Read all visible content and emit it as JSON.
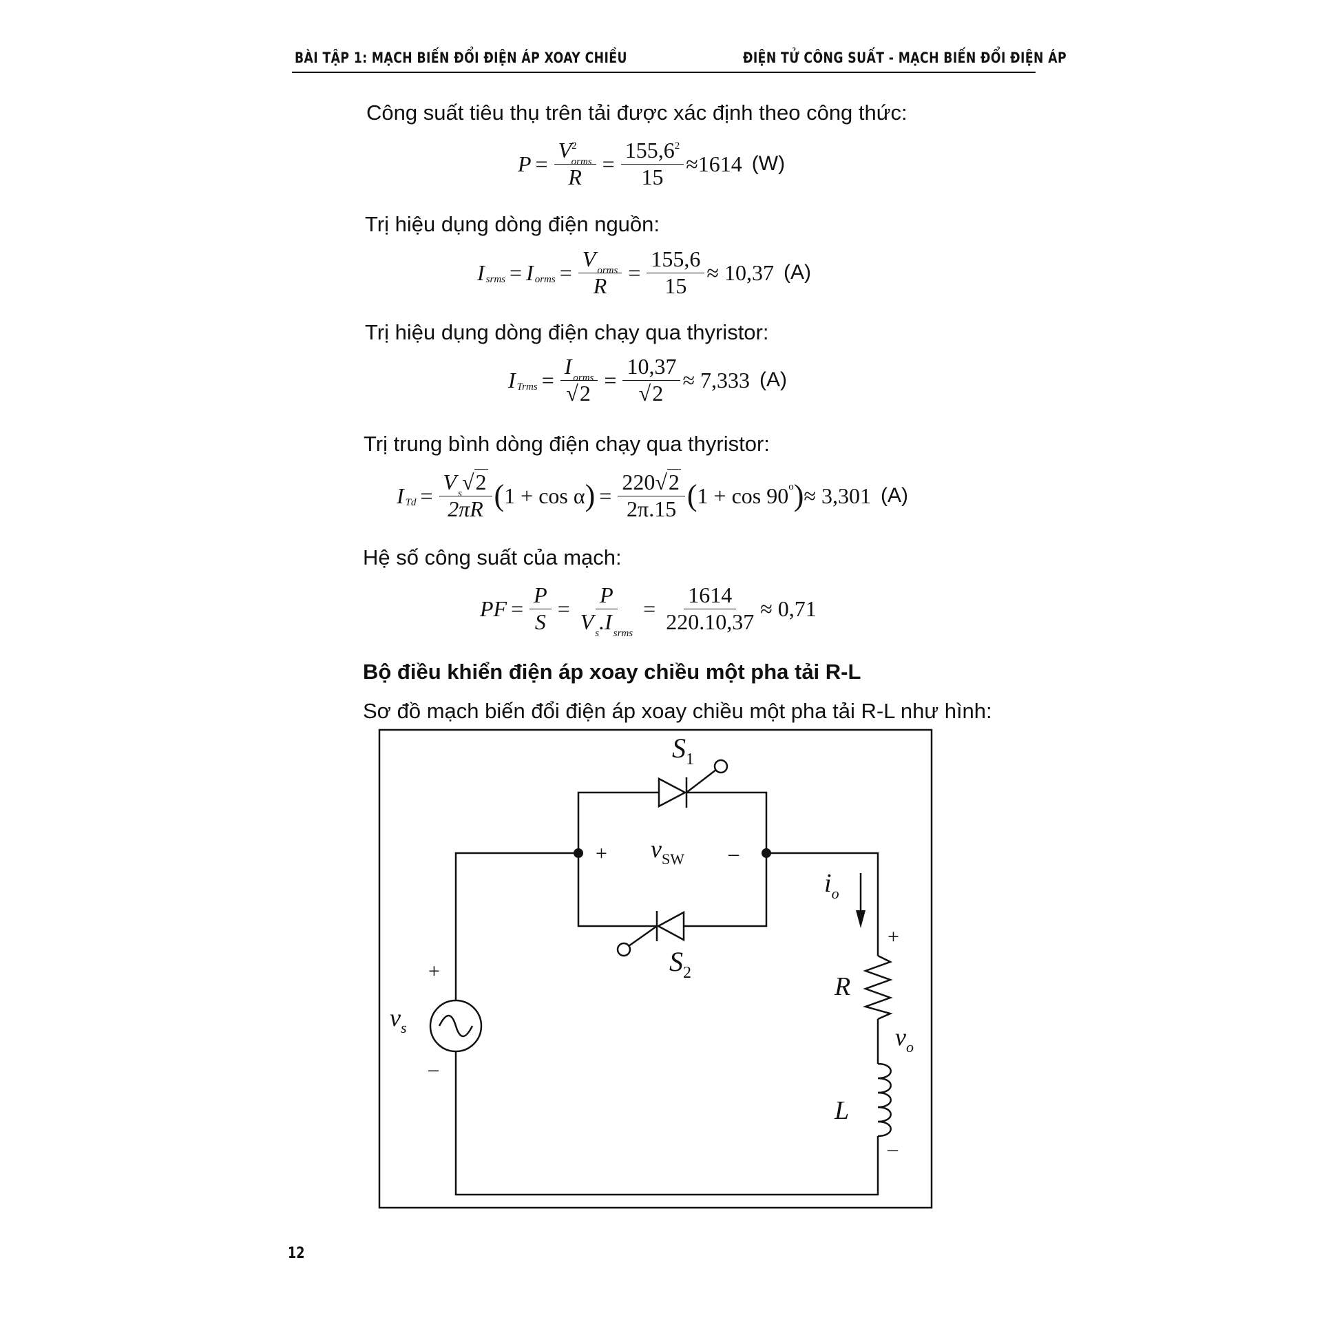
{
  "header": {
    "left": "BÀI TẬP 1: MẠCH BIẾN ĐỔI ĐIỆN ÁP XOAY CHIỀU",
    "right": "ĐIỆN TỬ CÔNG SUẤT -  MẠCH BIẾN ĐỔI ĐIỆN ÁP"
  },
  "paragraphs": {
    "p1": "Công suất tiêu thụ trên tải được xác định theo công thức:",
    "p2": "Trị hiệu dụng dòng điện nguồn:",
    "p3": "Trị hiệu dụng dòng điện chạy qua thyristor:",
    "p4": "Trị trung bình dòng điện chạy qua thyristor:",
    "p5": "Hệ số công suất của mạch:",
    "heading": "Bộ điều khiển điện áp xoay chiều một pha tải R-L",
    "p6": "Sơ đồ mạch biến đổi điện áp xoay chiều một pha tải R-L như hình:"
  },
  "eq1": {
    "lhs": "P",
    "num_var": "V",
    "num_sup": "2",
    "num_sub": "orms",
    "den_var": "R",
    "num2": "155,6",
    "num2_sup": "2",
    "den2": "15",
    "result": "≈1614",
    "unit": "(W)"
  },
  "eq2": {
    "lhs_var": "I",
    "lhs_sub": "srms",
    "mid_var": "I",
    "mid_sub": "orms",
    "num_var": "V",
    "num_sub": "orms",
    "den_var": "R",
    "num2": "155,6",
    "den2": "15",
    "result": "≈ 10,37",
    "unit": "(A)"
  },
  "eq3": {
    "lhs_var": "I",
    "lhs_sub": "Trms",
    "num_var": "I",
    "num_sub": "orms",
    "den_rad": "2",
    "num2": "10,37",
    "den2_rad": "2",
    "result": "≈ 7,333",
    "unit": "(A)"
  },
  "eq4": {
    "lhs_var": "I",
    "lhs_sub": "Td",
    "num_var": "V",
    "num_sub": "s",
    "num_rad": "2",
    "den": "2πR",
    "paren1": "1 + cos α",
    "num2": "220",
    "num2_rad": "2",
    "den2": "2π.15",
    "paren2": "1 + cos 90",
    "paren2_sup": "o",
    "result": "≈ 3,301",
    "unit": "(A)"
  },
  "eq5": {
    "lhs": "PF",
    "f1_num": "P",
    "f1_den": "S",
    "f2_num": "P",
    "f2_den_var": "V",
    "f2_den_sub1": "s",
    "f2_den_var2": ".I",
    "f2_den_sub2": "srms",
    "f3_num": "1614",
    "f3_den": "220.10,37",
    "result": "≈ 0,71"
  },
  "circuit": {
    "s1": "S",
    "s1_sub": "1",
    "s2": "S",
    "s2_sub": "2",
    "vsw": "v",
    "vsw_sub": "SW",
    "io": "i",
    "io_sub": "o",
    "vs": "v",
    "vs_sub": "s",
    "vo": "v",
    "vo_sub": "o",
    "r": "R",
    "l": "L",
    "plus": "+",
    "minus": "–"
  },
  "page_number": "12"
}
